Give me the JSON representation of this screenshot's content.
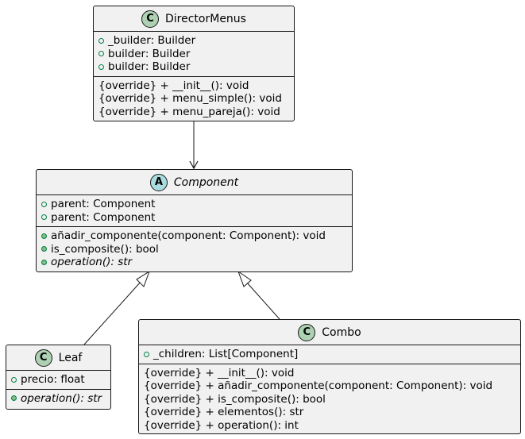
{
  "classes": {
    "director": {
      "name": "DirectorMenus",
      "badge": "C",
      "fields": [
        "_builder: Builder",
        "builder: Builder",
        "builder: Builder"
      ],
      "methods": [
        "{override} + __init__(): void",
        "{override} + menu_simple(): void",
        "{override} + menu_pareja(): void"
      ]
    },
    "component": {
      "name": "Component",
      "badge": "A",
      "fields": [
        "parent: Component",
        "parent: Component"
      ],
      "methods": [
        "añadir_componente(component: Component): void",
        "is_composite(): bool",
        "operation(): str"
      ]
    },
    "leaf": {
      "name": "Leaf",
      "badge": "C",
      "fields": [
        "precio: float"
      ],
      "methods": [
        "operation(): str"
      ]
    },
    "combo": {
      "name": "Combo",
      "badge": "C",
      "fields": [
        "_children: List[Component]"
      ],
      "methods": [
        "{override} + __init__(): void",
        "{override} + añadir_componente(component: Component): void",
        "{override} + is_composite(): bool",
        "{override} + elementos(): str",
        "{override} + operation(): int"
      ]
    }
  },
  "colors": {
    "class_fill": "#f1f1f1",
    "border": "#181818",
    "badge_class": "#add1b2",
    "badge_abstract": "#a9dcdf",
    "visibility_public": "#84be84"
  }
}
